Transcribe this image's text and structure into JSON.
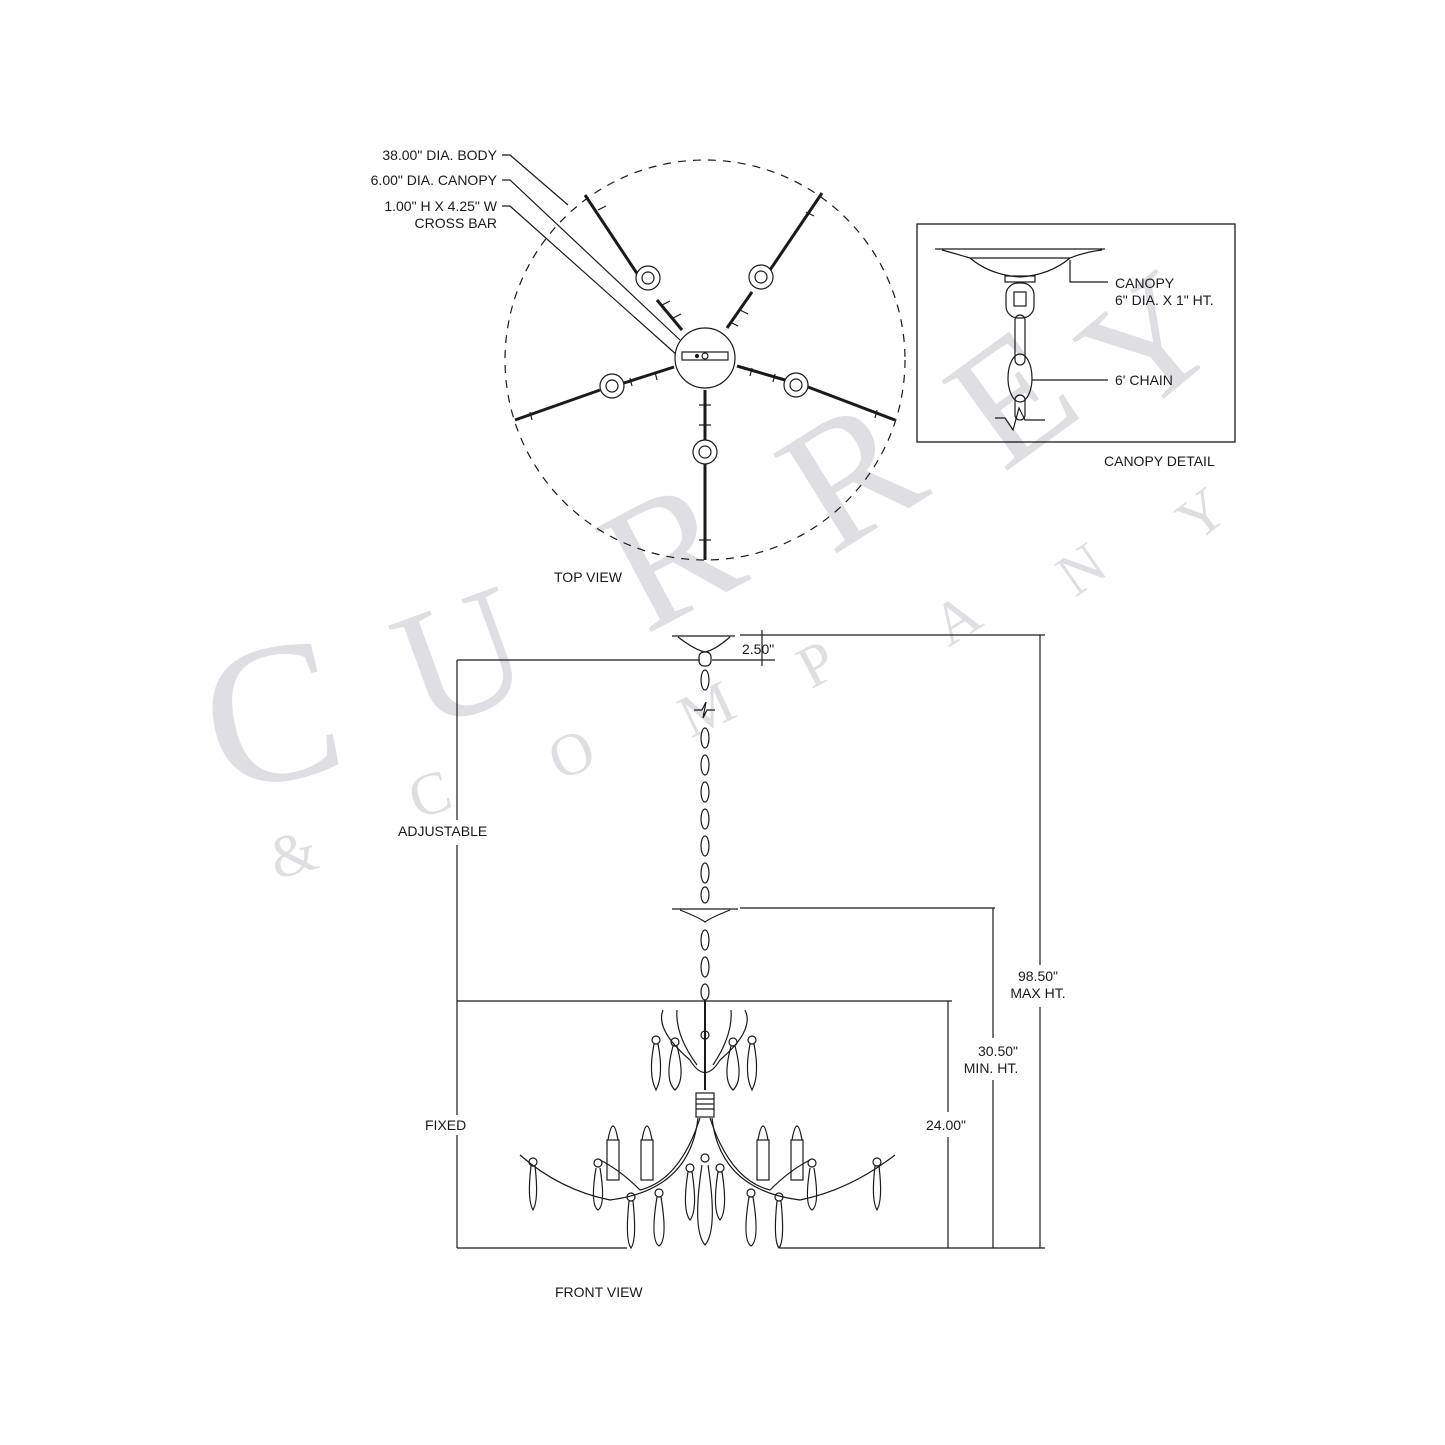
{
  "watermark": {
    "brand_letters": [
      "C",
      "U",
      "R",
      "R",
      "E",
      "Y"
    ],
    "sub_letters": [
      "&",
      "C",
      "O",
      "M",
      "P",
      "A",
      "N",
      "Y"
    ],
    "color": "#dfdfe3"
  },
  "top_view": {
    "title": "TOP VIEW",
    "callouts": [
      {
        "text": "38.00\" DIA. BODY"
      },
      {
        "text": "6.00\" DIA. CANOPY"
      },
      {
        "text_line1": "1.00\" H X 4.25\" W",
        "text_line2": "CROSS BAR"
      }
    ],
    "arm_count": 5
  },
  "canopy_detail": {
    "title": "CANOPY DETAIL",
    "canopy_label_line1": "CANOPY",
    "canopy_label_line2": "6\" DIA. X 1\" HT.",
    "chain_label": "6' CHAIN"
  },
  "front_view": {
    "title": "FRONT VIEW",
    "dimensions": {
      "canopy_height": "2.50\"",
      "adjustable_label": "ADJUSTABLE",
      "fixed_label": "FIXED",
      "fixed_height": "24.00\"",
      "min_height_value": "30.50\"",
      "min_height_label": "MIN. HT.",
      "max_height_value": "98.50\"",
      "max_height_label": "MAX HT."
    },
    "candle_count": 4
  },
  "colors": {
    "line": "#1a1a1a",
    "background": "#ffffff"
  }
}
